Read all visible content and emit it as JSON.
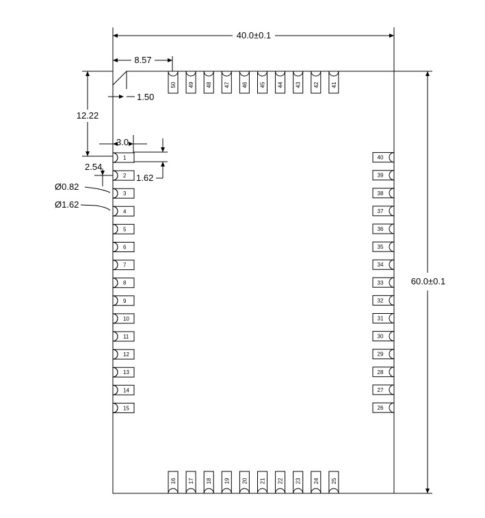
{
  "dimensions": {
    "width": "40.0±0.1",
    "height": "60.0±0.1",
    "corner_offset": "8.57",
    "chamfer": "1.50",
    "first_pin_offset": "12.22",
    "pad_length": "3.0",
    "pitch": "2.54",
    "pad_width": "1.62",
    "hole_small": "Ø0.82",
    "hole_large": "Ø1.62"
  },
  "pins": {
    "left": [
      "1",
      "2",
      "3",
      "4",
      "5",
      "6",
      "7",
      "8",
      "9",
      "10",
      "11",
      "12",
      "13",
      "14",
      "15"
    ],
    "bottom": [
      "16",
      "17",
      "18",
      "19",
      "20",
      "21",
      "22",
      "23",
      "24",
      "25"
    ],
    "right": [
      "26",
      "27",
      "28",
      "29",
      "30",
      "31",
      "32",
      "33",
      "34",
      "35",
      "36",
      "37",
      "38",
      "39",
      "40"
    ],
    "top": [
      "50",
      "49",
      "48",
      "47",
      "46",
      "45",
      "44",
      "43",
      "42",
      "41"
    ]
  },
  "colors": {
    "stroke": "#000000",
    "background": "#ffffff"
  }
}
